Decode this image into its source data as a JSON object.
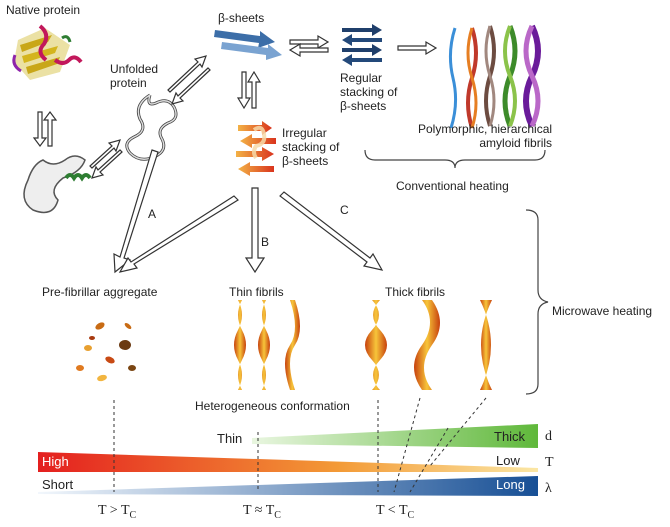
{
  "labels": {
    "native_protein": "Native protein",
    "unfolded_protein": "Unfolded\nprotein",
    "beta_sheets": "β-sheets",
    "regular_stacking": "Regular\nstacking of\nβ-sheets",
    "irregular_stacking": "Irregular\nstacking of\nβ-sheets",
    "amyloid_fibrils": "Polymorphic, hierarchical\namyloid fibrils",
    "conventional_heating": "Conventional heating",
    "path_a": "A",
    "path_b": "B",
    "path_c": "C",
    "pre_fibrillar": "Pre-fibrillar aggregate",
    "thin_fibrils": "Thin fibrils",
    "thick_fibrils": "Thick fibrils",
    "microwave_heating": "Microwave heating",
    "heterogeneous": "Heterogeneous conformation"
  },
  "gradients": {
    "thickness": {
      "left": "Thin",
      "right": "Thick",
      "symbol": "d",
      "color": "#7cc65a"
    },
    "temperature": {
      "left": "High",
      "right": "Low",
      "symbol": "T",
      "color": "#e8251f"
    },
    "wavelength": {
      "left": "Short",
      "right": "Long",
      "symbol": "λ",
      "color": "#1f5fa8"
    }
  },
  "conditions": {
    "high_t": "T > T",
    "high_t_sub": "C",
    "mid_t": "T ≈ T",
    "mid_t_sub": "C",
    "low_t": "T < T",
    "low_t_sub": "C"
  },
  "colors": {
    "fibril_orange": "#e8671c",
    "fibril_yellow": "#f7c53a",
    "sheet_blue": "#2f5a8c",
    "arrow_stroke": "#333333"
  }
}
